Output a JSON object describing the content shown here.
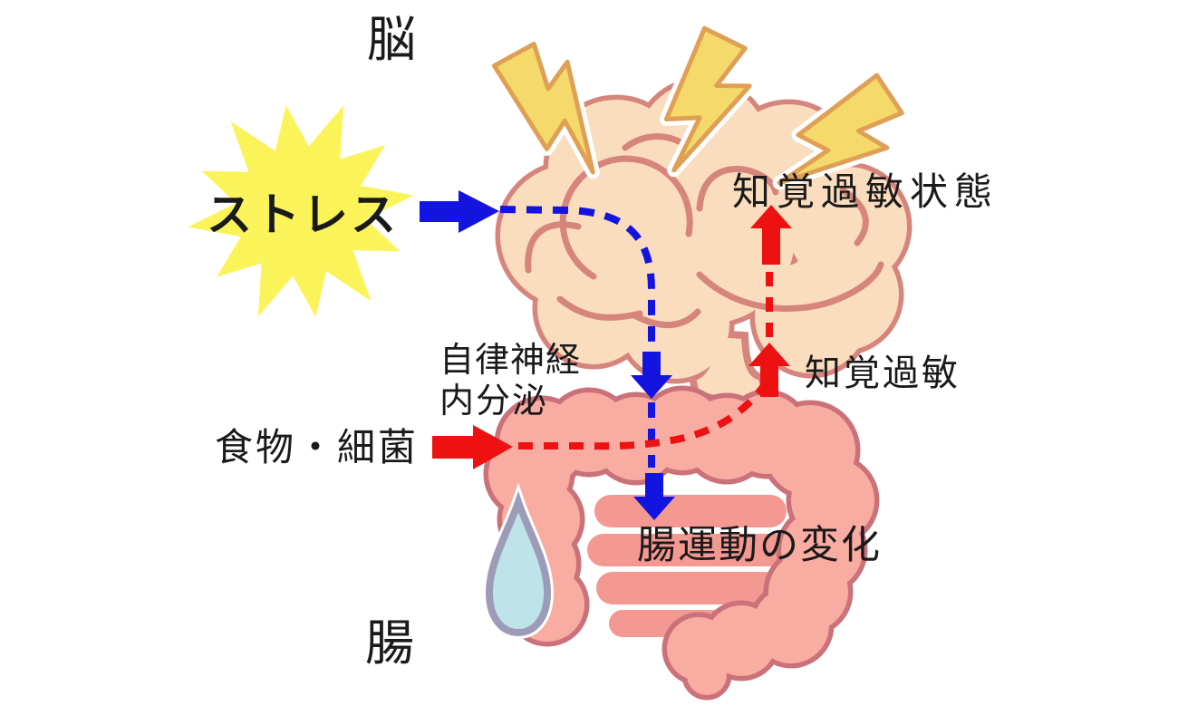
{
  "diagram": {
    "labels": {
      "brain": "脳",
      "gut": "腸",
      "stress": "ストレス",
      "hypersensitive_state": "知覚過敏状態",
      "autonomic_nerve": "自律神経",
      "endocrine": "内分泌",
      "food_bacteria": "食物・細菌",
      "hypersensitivity": "知覚過敏",
      "gut_motility_change": "腸運動の変化"
    },
    "colors": {
      "stress_burst_yellow": "#FAF45A",
      "descending_blue": "#1414E0",
      "ascending_red": "#EE1111",
      "brain_fill": "#FADCBE",
      "brain_outline": "#D6857D",
      "lightning_fill": "#F5D96B",
      "lightning_outline": "#DFA055",
      "colon_fill": "#F9ACA2",
      "colon_outline": "#CB7179",
      "small_intestine_fill": "#F49892",
      "sweat_drop_fill": "#BFE3EA",
      "sweat_drop_outline": "#9C9BB8"
    }
  }
}
